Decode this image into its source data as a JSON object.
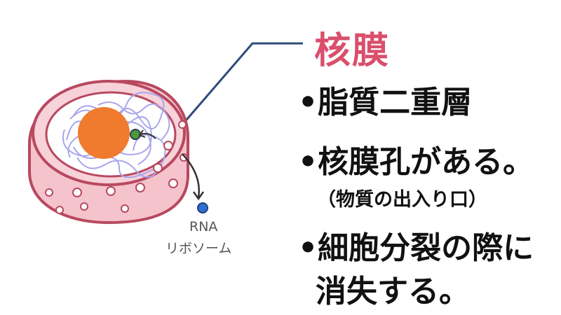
{
  "title": "核膜",
  "bullets": [
    "•脂質二重層",
    "•核膜孔がある。",
    "•細胞分裂の際に"
  ],
  "bullet2_note": "（物質の出入り口）",
  "bullet3_line2": "消失する。",
  "labels": {
    "rna": "RNA",
    "ribosome": "リボソーム"
  },
  "colors": {
    "title": "#d94f6c",
    "membrane_fill": "#f5c3cc",
    "membrane_stroke": "#b8495f",
    "nucleolus": "#f07a2e",
    "chromatin": "#a9a6ec",
    "leader_line": "#2f4b7c",
    "particle": "#2d6fd6"
  }
}
